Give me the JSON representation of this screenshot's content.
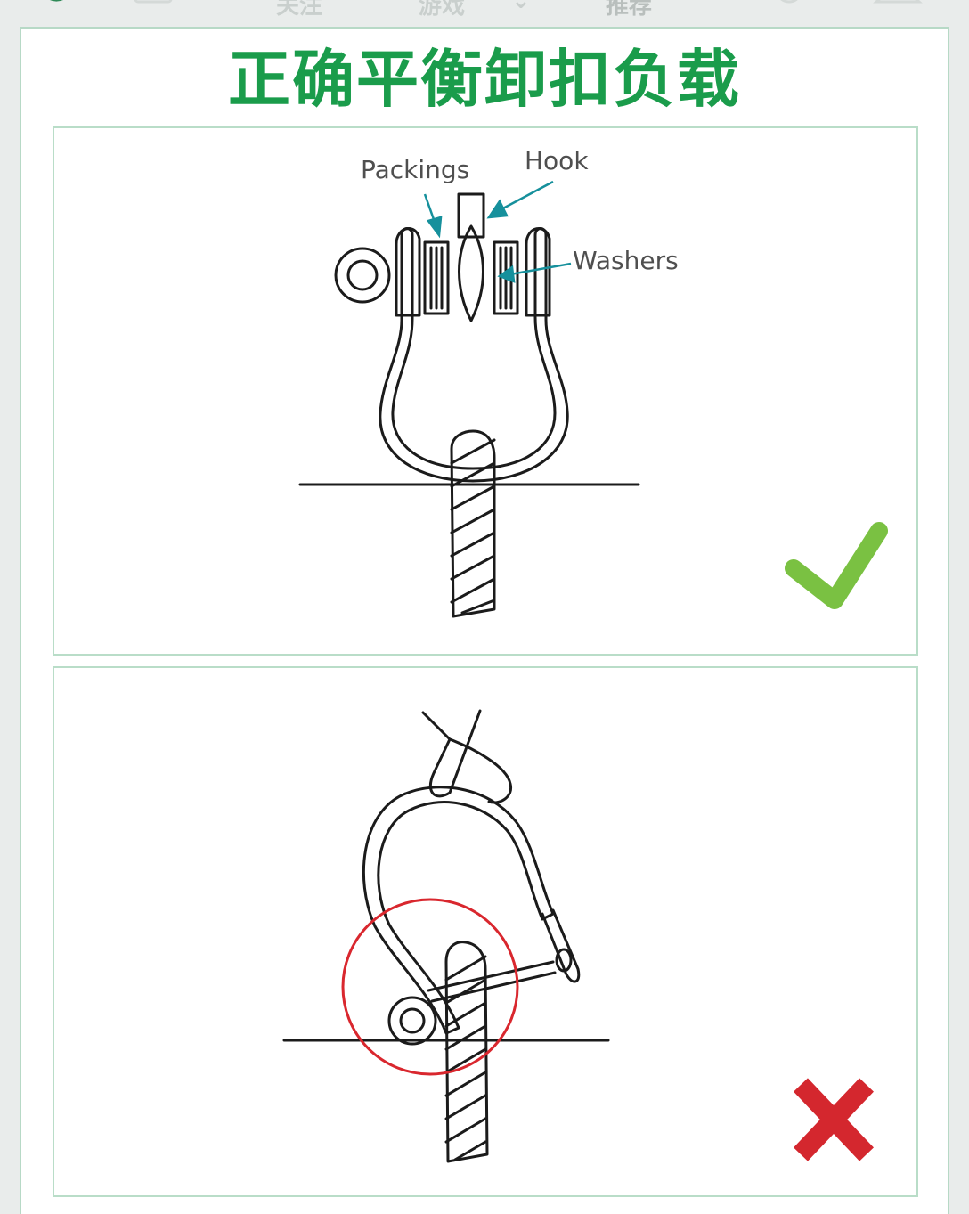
{
  "nav": {
    "items": [
      "关注",
      "游戏",
      "推荐"
    ],
    "active": "推荐"
  },
  "title": "正确平衡卸扣负载",
  "panels": {
    "correct": {
      "labels": {
        "packings": "Packings",
        "hook": "Hook",
        "washers": "Washers"
      },
      "status_icon": "checkmark-icon",
      "status": "correct"
    },
    "wrong": {
      "status_icon": "cross-icon",
      "status": "incorrect"
    }
  },
  "colors": {
    "title_green": "#1a9c4b",
    "arrow_teal": "#16909c",
    "check_green": "#7ac142",
    "cross_red": "#d4272e",
    "highlight_circle": "#d9272e",
    "panel_border": "#b9ddc8"
  }
}
